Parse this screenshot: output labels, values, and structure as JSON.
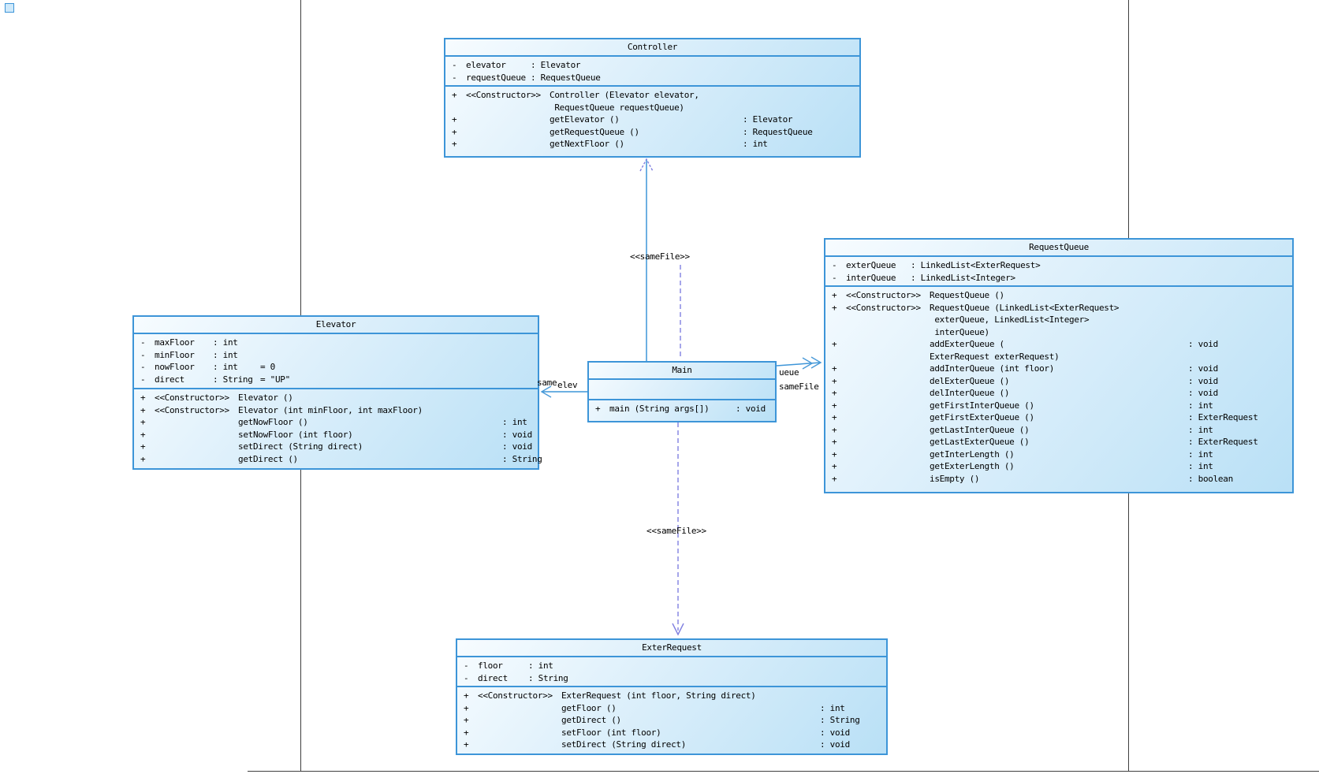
{
  "diagram": {
    "classes": [
      {
        "title": "Controller",
        "attributes": [
          {
            "v": "-",
            "n": "elevator",
            "t": ": Elevator",
            "e": ""
          },
          {
            "v": "-",
            "n": "requestQueue",
            "t": ": RequestQueue",
            "e": ""
          }
        ],
        "methods": [
          {
            "v": "+",
            "s": "<<Constructor>>",
            "n": "Controller (Elevator elevator,",
            "t": ""
          },
          {
            "v": "",
            "s": "",
            "n": " RequestQueue requestQueue)",
            "t": ""
          },
          {
            "v": "+",
            "s": "",
            "n": "getElevator ()",
            "t": ": Elevator"
          },
          {
            "v": "+",
            "s": "",
            "n": "getRequestQueue ()",
            "t": ": RequestQueue"
          },
          {
            "v": "+",
            "s": "",
            "n": "getNextFloor ()",
            "t": ": int"
          }
        ]
      },
      {
        "title": "Elevator",
        "attributes": [
          {
            "v": "-",
            "n": "maxFloor",
            "t": ": int",
            "e": ""
          },
          {
            "v": "-",
            "n": "minFloor",
            "t": ": int",
            "e": ""
          },
          {
            "v": "-",
            "n": "nowFloor",
            "t": ": int",
            "e": "= 0"
          },
          {
            "v": "-",
            "n": "direct",
            "t": ": String",
            "e": "= \"UP\""
          }
        ],
        "methods": [
          {
            "v": "+",
            "s": "<<Constructor>>",
            "n": "Elevator ()",
            "t": ""
          },
          {
            "v": "+",
            "s": "<<Constructor>>",
            "n": "Elevator (int minFloor, int maxFloor)",
            "t": ""
          },
          {
            "v": "+",
            "s": "",
            "n": "getNowFloor ()",
            "t": ": int"
          },
          {
            "v": "+",
            "s": "",
            "n": "setNowFloor (int floor)",
            "t": ": void"
          },
          {
            "v": "+",
            "s": "",
            "n": "setDirect (String direct)",
            "t": ": void"
          },
          {
            "v": "+",
            "s": "",
            "n": "getDirect ()",
            "t": ": String"
          }
        ]
      },
      {
        "title": "RequestQueue",
        "attributes": [
          {
            "v": "-",
            "n": "exterQueue",
            "t": ": LinkedList<ExterRequest>",
            "e": ""
          },
          {
            "v": "-",
            "n": "interQueue",
            "t": ": LinkedList<Integer>",
            "e": ""
          }
        ],
        "methods": [
          {
            "v": "+",
            "s": "<<Constructor>>",
            "n": "RequestQueue ()",
            "t": ""
          },
          {
            "v": "+",
            "s": "<<Constructor>>",
            "n": "RequestQueue (LinkedList<ExterRequest>",
            "t": ""
          },
          {
            "v": "",
            "s": "",
            "n": " exterQueue, LinkedList<Integer>",
            "t": ""
          },
          {
            "v": "",
            "s": "",
            "n": " interQueue)",
            "t": ""
          },
          {
            "v": "+",
            "s": "",
            "n": "addExterQueue (",
            "t": ": void"
          },
          {
            "v": "",
            "s": "",
            "n": "ExterRequest exterRequest)",
            "t": ""
          },
          {
            "v": "+",
            "s": "",
            "n": "addInterQueue (int floor)",
            "t": ": void"
          },
          {
            "v": "+",
            "s": "",
            "n": "delExterQueue ()",
            "t": ": void"
          },
          {
            "v": "+",
            "s": "",
            "n": "delInterQueue ()",
            "t": ": void"
          },
          {
            "v": "+",
            "s": "",
            "n": "getFirstInterQueue ()",
            "t": ": int"
          },
          {
            "v": "+",
            "s": "",
            "n": "getFirstExterQueue ()",
            "t": ": ExterRequest"
          },
          {
            "v": "+",
            "s": "",
            "n": "getLastInterQueue ()",
            "t": ": int"
          },
          {
            "v": "+",
            "s": "",
            "n": "getLastExterQueue ()",
            "t": ": ExterRequest"
          },
          {
            "v": "+",
            "s": "",
            "n": "getInterLength ()",
            "t": ": int"
          },
          {
            "v": "+",
            "s": "",
            "n": "getExterLength ()",
            "t": ": int"
          },
          {
            "v": "+",
            "s": "",
            "n": "isEmpty ()",
            "t": ": boolean"
          }
        ]
      },
      {
        "title": "Main",
        "attributes": [],
        "methods": [
          {
            "v": "+",
            "s": "",
            "n": "main (String args[])",
            "t": ": void"
          }
        ]
      },
      {
        "title": "ExterRequest",
        "attributes": [
          {
            "v": "-",
            "n": "floor",
            "t": ": int",
            "e": ""
          },
          {
            "v": "-",
            "n": "direct",
            "t": ": String",
            "e": ""
          }
        ],
        "methods": [
          {
            "v": "+",
            "s": "<<Constructor>>",
            "n": "ExterRequest (int floor, String direct)",
            "t": ""
          },
          {
            "v": "+",
            "s": "",
            "n": "getFloor ()",
            "t": ": int"
          },
          {
            "v": "+",
            "s": "",
            "n": "getDirect ()",
            "t": ": String"
          },
          {
            "v": "+",
            "s": "",
            "n": "setFloor (int floor)",
            "t": ": void"
          },
          {
            "v": "+",
            "s": "",
            "n": "setDirect (String direct)",
            "t": ": void"
          }
        ]
      }
    ],
    "connectors": [
      {
        "id": "main-to-controller",
        "type": "association",
        "style": "solid",
        "label": ""
      },
      {
        "id": "controller-samefile-dependency",
        "type": "dependency",
        "style": "dashed",
        "label": "<<sameFile>>"
      },
      {
        "id": "main-to-elevator",
        "type": "association",
        "style": "solid",
        "label_fragment_1": "same",
        "label_fragment_2": "elev"
      },
      {
        "id": "main-to-requestqueue",
        "type": "association",
        "style": "solid",
        "label_fragment_1": "ueue",
        "label_fragment_2": "sameFile"
      },
      {
        "id": "main-to-exterrequest",
        "type": "dependency",
        "style": "dashed",
        "label": "<<sameFile>>"
      }
    ],
    "colors": {
      "box_border": "#3d95d8",
      "box_fill_light": "#f7fcff",
      "box_fill_dark": "#b9e0f6",
      "solid_connector": "#3d95d8",
      "dashed_connector": "#8080e0",
      "guide_line": "#3f3f3f",
      "text": "#000000"
    }
  }
}
